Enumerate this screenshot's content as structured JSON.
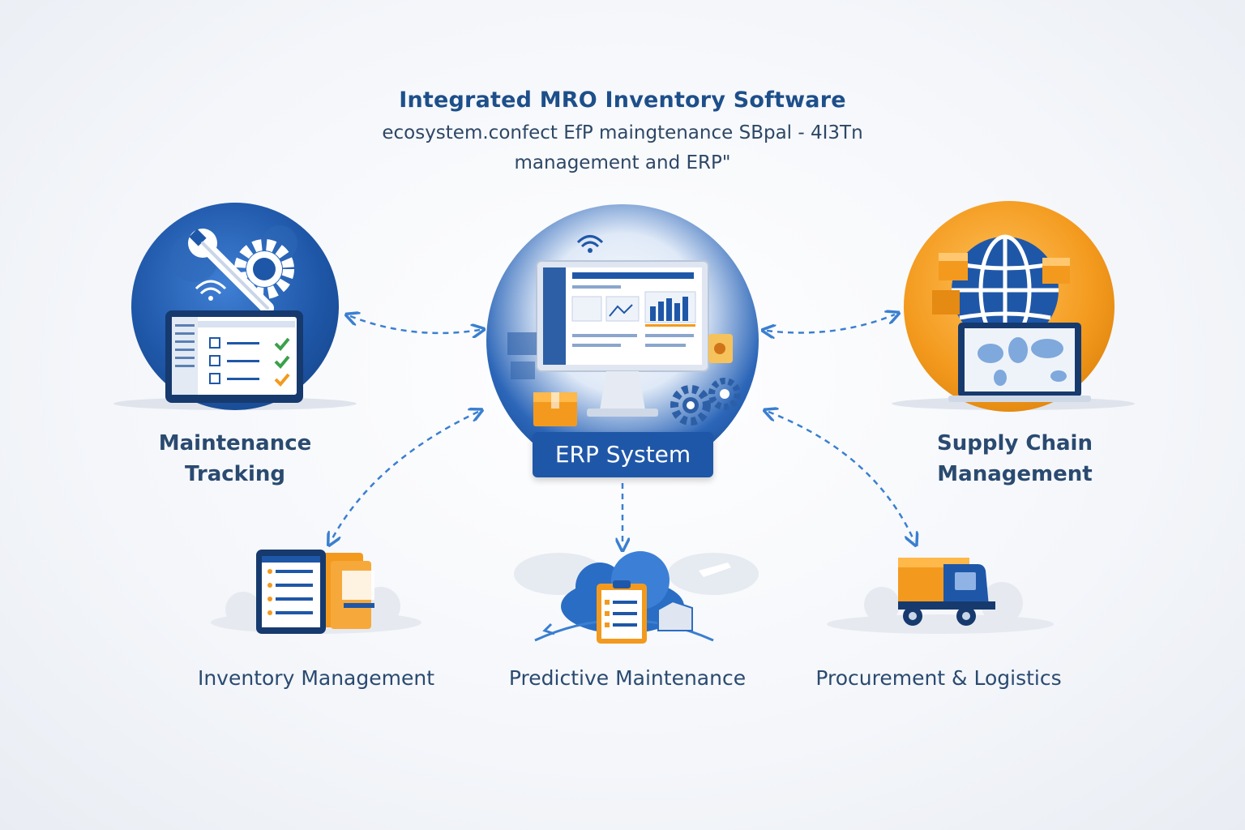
{
  "header": {
    "title": "Integrated MRO Inventory Software",
    "subtitle_line1": "ecosystem.confect EfP maingtenance SBpal - 4I3Tn",
    "subtitle_line2": "management and ERP\""
  },
  "nodes": {
    "erp": {
      "label": "ERP System"
    },
    "maintenance": {
      "label_line1": "Maintenance",
      "label_line2": "Tracking"
    },
    "supply_chain": {
      "label_line1": "Supply Chain",
      "label_line2": "Management"
    },
    "inventory": {
      "label": "Inventory Management"
    },
    "predictive": {
      "label": "Predictive Maintenance"
    },
    "procurement": {
      "label": "Procurement & Logistics"
    }
  },
  "colors": {
    "primary_blue": "#1f57a8",
    "dark_blue": "#1d4f8a",
    "accent_orange": "#f39a1e",
    "connector": "#3a7fd0",
    "check_green": "#3aa14a"
  },
  "icons": [
    "wrench-icon",
    "gear-icon",
    "wifi-icon",
    "checklist-icon",
    "monitor-icon",
    "globe-icon",
    "world-map-icon",
    "box-icon",
    "cloud-icon",
    "clipboard-icon",
    "truck-icon",
    "folder-icon"
  ]
}
